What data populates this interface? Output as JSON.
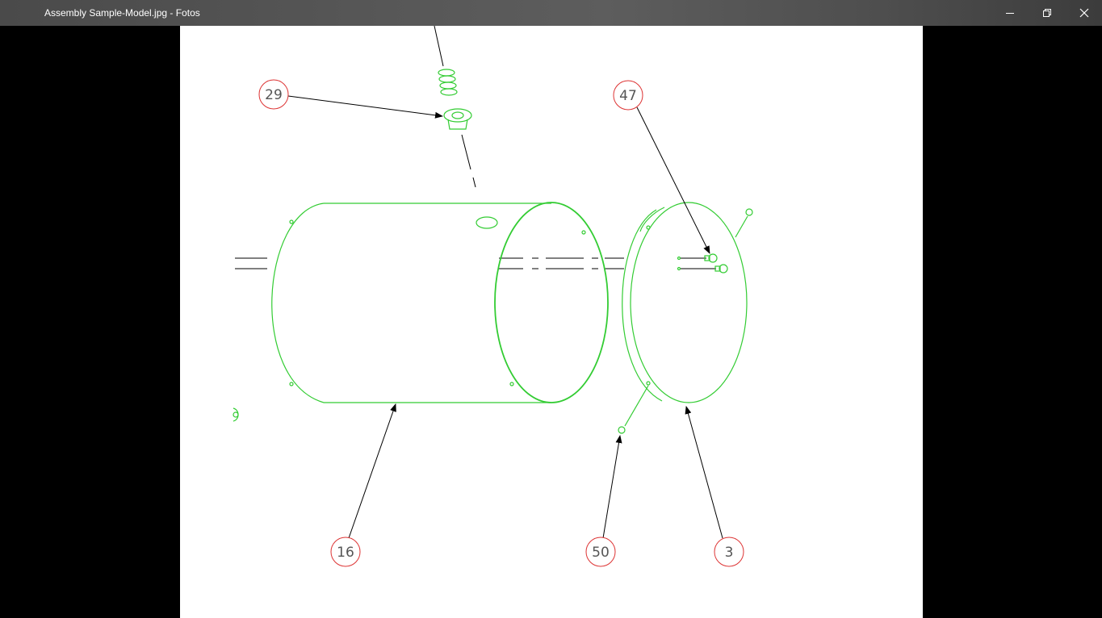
{
  "window": {
    "title": "Assembly Sample-Model.jpg - Fotos",
    "controls": {
      "minimize": "minimize-icon",
      "restore": "restore-icon",
      "close": "close-icon"
    }
  },
  "drawing": {
    "line_color": "#33cc33",
    "balloon_color": "#dd3333",
    "balloons": [
      {
        "id": "balloon-29",
        "label": "29"
      },
      {
        "id": "balloon-47",
        "label": "47"
      },
      {
        "id": "balloon-16",
        "label": "16"
      },
      {
        "id": "balloon-50",
        "label": "50"
      },
      {
        "id": "balloon-3",
        "label": "3"
      }
    ]
  }
}
